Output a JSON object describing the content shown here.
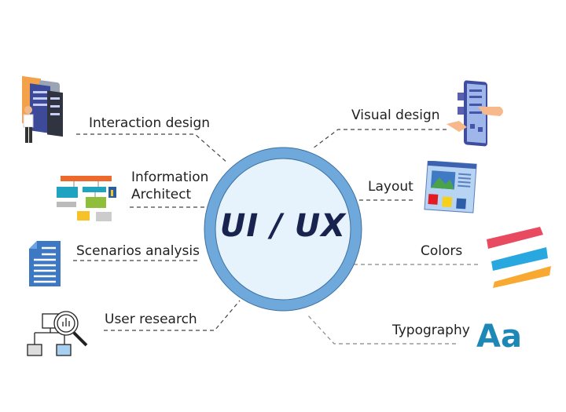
{
  "center": {
    "label": "UI / UX"
  },
  "left_topics": [
    {
      "label": "Interaction design",
      "icon": "person-touching-screens-icon"
    },
    {
      "label_line1": "Information",
      "label_line2": "Architect",
      "icon": "sitemap-flowchart-icon"
    },
    {
      "label": "Scenarios analysis",
      "icon": "document-icon"
    },
    {
      "label": "User research",
      "icon": "magnifier-chart-icon"
    }
  ],
  "right_topics": [
    {
      "label": "Visual design",
      "icon": "phone-hands-icon"
    },
    {
      "label": "Layout",
      "icon": "webpage-layout-icon"
    },
    {
      "label": "Colors",
      "icon": "paint-strokes-icon"
    },
    {
      "label": "Typography",
      "icon": "typography-aa-icon",
      "glyph": "Aa"
    }
  ],
  "colors": {
    "ring": "#6fa9dc",
    "ring_outline": "#3c6f9e",
    "inner_fill": "#e6f3fc",
    "center_text": "#19234f",
    "typography_glyph": "#1d87b6",
    "stroke_red": "#e84a5f",
    "stroke_blue": "#29a8e0",
    "stroke_orange": "#f7a932"
  }
}
